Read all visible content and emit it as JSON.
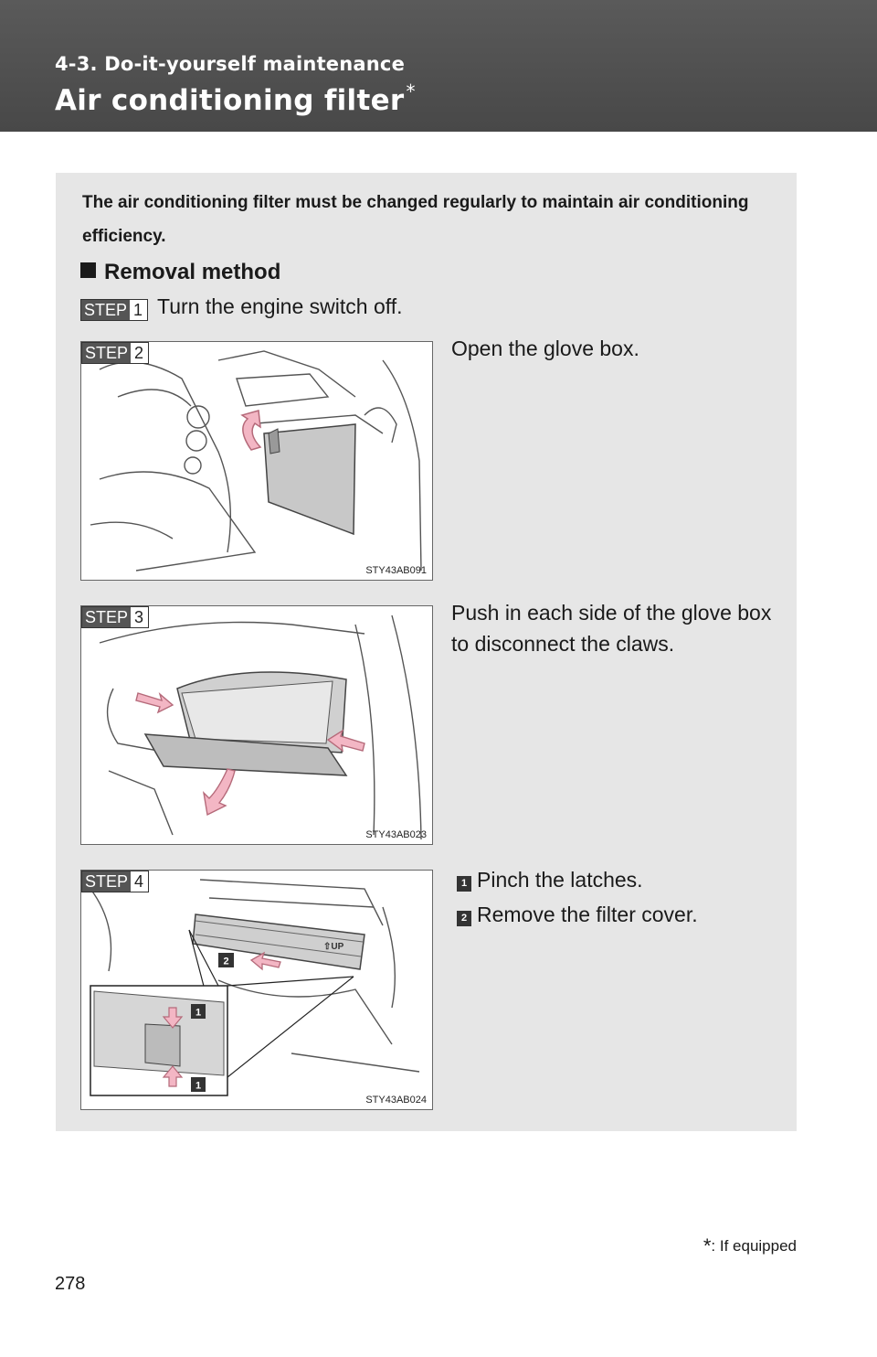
{
  "header": {
    "section": "4-3. Do-it-yourself maintenance",
    "title": "Air conditioning filter",
    "title_marker": "*"
  },
  "intro": "The air conditioning filter must be changed regularly to maintain air conditioning efficiency.",
  "subhead": "Removal method",
  "step_word": "STEP",
  "steps": [
    {
      "num": "1",
      "text": "Turn the engine switch off."
    },
    {
      "num": "2",
      "text": "Open the glove box.",
      "figure_code": "STY43AB091"
    },
    {
      "num": "3",
      "text": "Push in each side of the glove box to disconnect the claws.",
      "figure_code": "STY43AB023"
    },
    {
      "num": "4",
      "figure_code": "STY43AB024",
      "substeps": [
        {
          "num": "1",
          "text": "Pinch the latches."
        },
        {
          "num": "2",
          "text": "Remove the filter cover."
        }
      ]
    }
  ],
  "footnote": {
    "marker": "*",
    "text": ": If equipped"
  },
  "page_number": "278",
  "colors": {
    "header": "#4f4f4f",
    "panel": "#e6e6e6",
    "arrow": "#f3b6c4"
  }
}
